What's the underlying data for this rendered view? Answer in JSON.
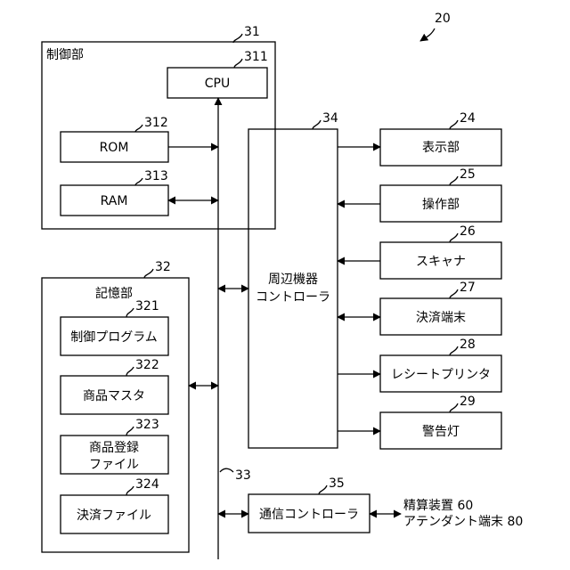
{
  "figure_ref": "20",
  "control_unit": {
    "ref": "31",
    "label": "制御部"
  },
  "cpu": {
    "ref": "311",
    "label": "CPU"
  },
  "rom": {
    "ref": "312",
    "label": "ROM"
  },
  "ram": {
    "ref": "313",
    "label": "RAM"
  },
  "storage_unit": {
    "ref": "32",
    "label": "記憶部"
  },
  "control_program": {
    "ref": "321",
    "label": "制御プログラム"
  },
  "product_master": {
    "ref": "322",
    "label": "商品マスタ"
  },
  "product_registration_file": {
    "ref": "323",
    "line1": "商品登録",
    "line2": "ファイル"
  },
  "payment_file": {
    "ref": "324",
    "label": "決済ファイル"
  },
  "bus": {
    "ref": "33"
  },
  "peripheral_controller": {
    "ref": "34",
    "line1": "周辺機器",
    "line2": "コントローラ"
  },
  "comm_controller": {
    "ref": "35",
    "label": "通信コントローラ"
  },
  "display_unit": {
    "ref": "24",
    "label": "表示部"
  },
  "operation_unit": {
    "ref": "25",
    "label": "操作部"
  },
  "scanner": {
    "ref": "26",
    "label": "スキャナ"
  },
  "payment_terminal": {
    "ref": "27",
    "label": "決済端末"
  },
  "receipt_printer": {
    "ref": "28",
    "label": "レシートプリンタ"
  },
  "warning_light": {
    "ref": "29",
    "label": "警告灯"
  },
  "external": {
    "line1": "精算装置 60",
    "line2": "アテンダント端末 80"
  }
}
